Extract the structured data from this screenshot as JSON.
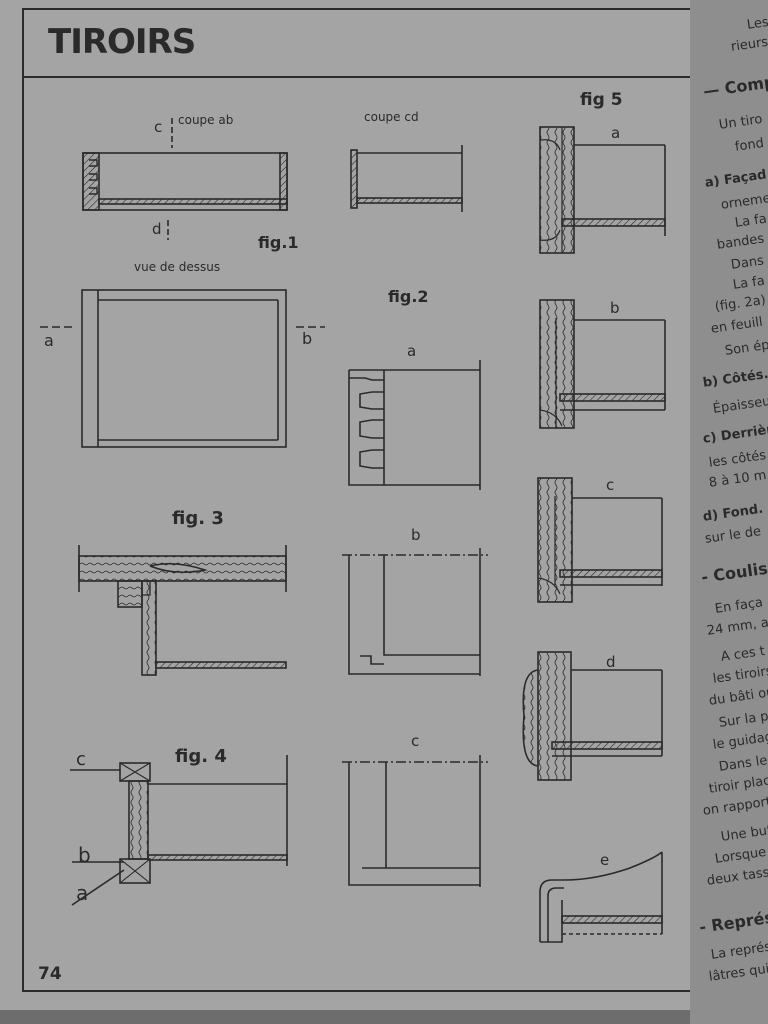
{
  "page": {
    "title": "TIROIRS",
    "number": "74"
  },
  "labels": {
    "coupe_ab": "coupe ab",
    "coupe_cd": "coupe cd",
    "c_top": "c",
    "d_bottom": "d",
    "fig1": "fig.1",
    "vue_de_dessus": "vue de dessus",
    "a_mark": "a",
    "b_mark": "b",
    "fig2": "fig.2",
    "fig3": "fig. 3",
    "fig4": "fig. 4",
    "fig5": "fig 5",
    "fig2_a": "a",
    "fig2_b": "b",
    "fig2_c": "c",
    "fig4_c": "c",
    "fig4_b": "b",
    "fig4_a": "a",
    "fig5_a": "a",
    "fig5_b": "b",
    "fig5_c": "c",
    "fig5_d": "d",
    "fig5_e": "e"
  },
  "right_page_lines": [
    {
      "text": "Les",
      "style": "n"
    },
    {
      "text": "rieurs",
      "style": "n"
    },
    {
      "text": "— Comp",
      "style": "h"
    },
    {
      "text": "Un tiro",
      "style": "n"
    },
    {
      "text": "fond",
      "style": "n"
    },
    {
      "text": "a) Façad",
      "style": "b"
    },
    {
      "text": "orneme",
      "style": "n"
    },
    {
      "text": "La fa",
      "style": "n"
    },
    {
      "text": "bandes",
      "style": "n"
    },
    {
      "text": "Dans",
      "style": "n"
    },
    {
      "text": "La fa",
      "style": "n"
    },
    {
      "text": "(fig. 2a)",
      "style": "n"
    },
    {
      "text": "en feuill",
      "style": "n"
    },
    {
      "text": "Son ép",
      "style": "n"
    },
    {
      "text": "b) Côtés.",
      "style": "b"
    },
    {
      "text": "Épaisseu",
      "style": "n"
    },
    {
      "text": "c) Derrièr",
      "style": "b"
    },
    {
      "text": "les côtés",
      "style": "n"
    },
    {
      "text": "8 à 10 m",
      "style": "n"
    },
    {
      "text": "d) Fond. —",
      "style": "b"
    },
    {
      "text": "sur le de",
      "style": "n"
    },
    {
      "text": "- Couliss",
      "style": "h"
    },
    {
      "text": "En faça",
      "style": "n"
    },
    {
      "text": "24 mm, a",
      "style": "n"
    },
    {
      "text": "A ces t",
      "style": "n"
    },
    {
      "text": "les tiroirs",
      "style": "n"
    },
    {
      "text": "du bâti ou",
      "style": "n"
    },
    {
      "text": "Sur la p",
      "style": "n"
    },
    {
      "text": "le guidage",
      "style": "n"
    },
    {
      "text": "Dans le",
      "style": "n"
    },
    {
      "text": "tiroir placé",
      "style": "n"
    },
    {
      "text": "on rapporte",
      "style": "n"
    },
    {
      "text": "Une buté",
      "style": "n"
    },
    {
      "text": "Lorsque le",
      "style": "n"
    },
    {
      "text": "deux tassea",
      "style": "n"
    },
    {
      "text": "- Représe",
      "style": "h"
    },
    {
      "text": "La représ",
      "style": "n"
    },
    {
      "text": "lâtres qui",
      "style": "n"
    }
  ]
}
